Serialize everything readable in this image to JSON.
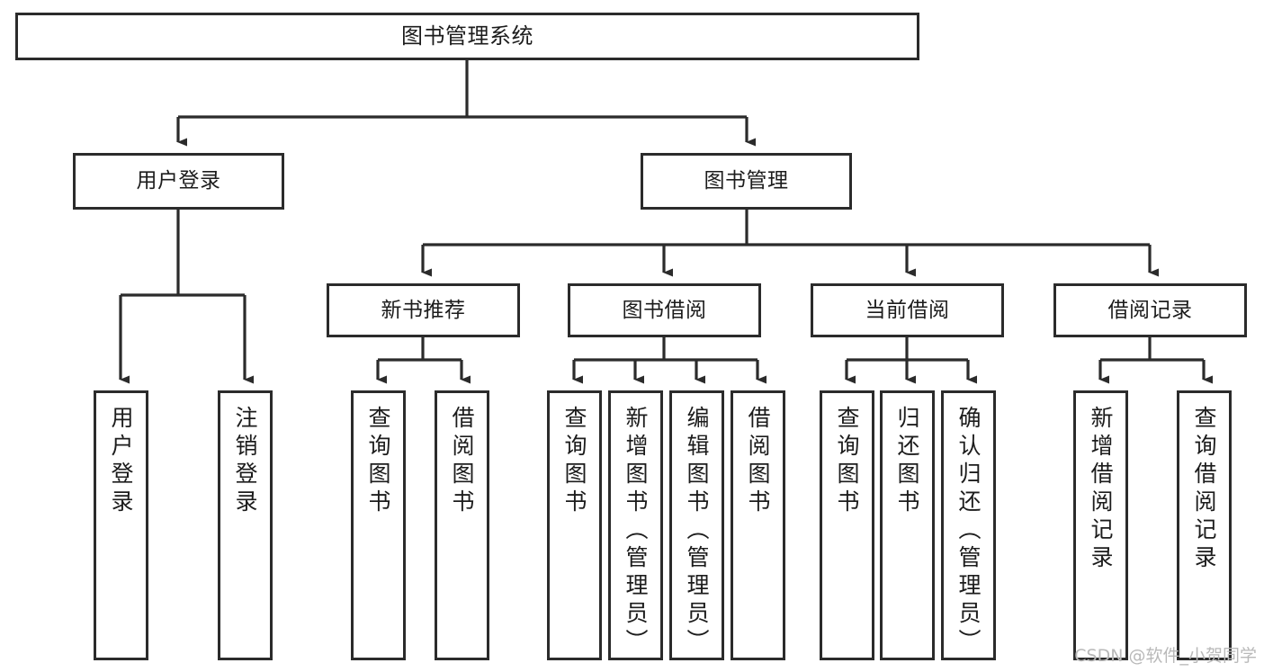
{
  "diagram": {
    "title": "图书管理系统",
    "type": "tree-hierarchy-chart",
    "orientation": "top-down",
    "line_color": "#2b2b2b",
    "box_fill": "#ffffff",
    "text_color": "#1c1c1c"
  },
  "nodes": {
    "root": {
      "label": "图书管理系统"
    },
    "level2": [
      {
        "label": "用户登录"
      },
      {
        "label": "图书管理"
      }
    ],
    "level3": [
      {
        "label": "新书推荐"
      },
      {
        "label": "图书借阅"
      },
      {
        "label": "当前借阅"
      },
      {
        "label": "借阅记录"
      }
    ],
    "leaves": {
      "user_login": [
        {
          "label": "用户登录"
        },
        {
          "label": "注销登录"
        }
      ],
      "new_book_recommend": [
        {
          "label": "查询图书"
        },
        {
          "label": "借阅图书"
        }
      ],
      "book_borrow": [
        {
          "label": "查询图书"
        },
        {
          "label": "新增图书（管理员）"
        },
        {
          "label": "编辑图书（管理员）"
        },
        {
          "label": "借阅图书"
        }
      ],
      "current_borrow": [
        {
          "label": "查询图书"
        },
        {
          "label": "归还图书"
        },
        {
          "label": "确认归还（管理员）"
        }
      ],
      "borrow_record": [
        {
          "label": "新增借阅记录"
        },
        {
          "label": "查询借阅记录"
        }
      ]
    }
  },
  "watermark": {
    "text": "CSDN @软件_小贺同学"
  }
}
